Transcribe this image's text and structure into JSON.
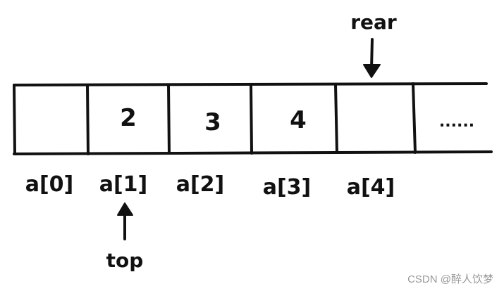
{
  "array": {
    "cells": [
      {
        "value": "",
        "index": "a[0]"
      },
      {
        "value": "2",
        "index": "a[1]"
      },
      {
        "value": "3",
        "index": "a[2]"
      },
      {
        "value": "4",
        "index": "a[3]"
      },
      {
        "value": "",
        "index": "a[4]"
      },
      {
        "value": "......",
        "index": ""
      }
    ]
  },
  "pointers": {
    "rear": {
      "label": "rear",
      "cell_index": 4
    },
    "top": {
      "label": "top",
      "cell_index": 1
    }
  },
  "watermark": "CSDN @醉人饮梦",
  "colors": {
    "ink": "#111111",
    "watermark": "#999999",
    "background": "#ffffff"
  }
}
